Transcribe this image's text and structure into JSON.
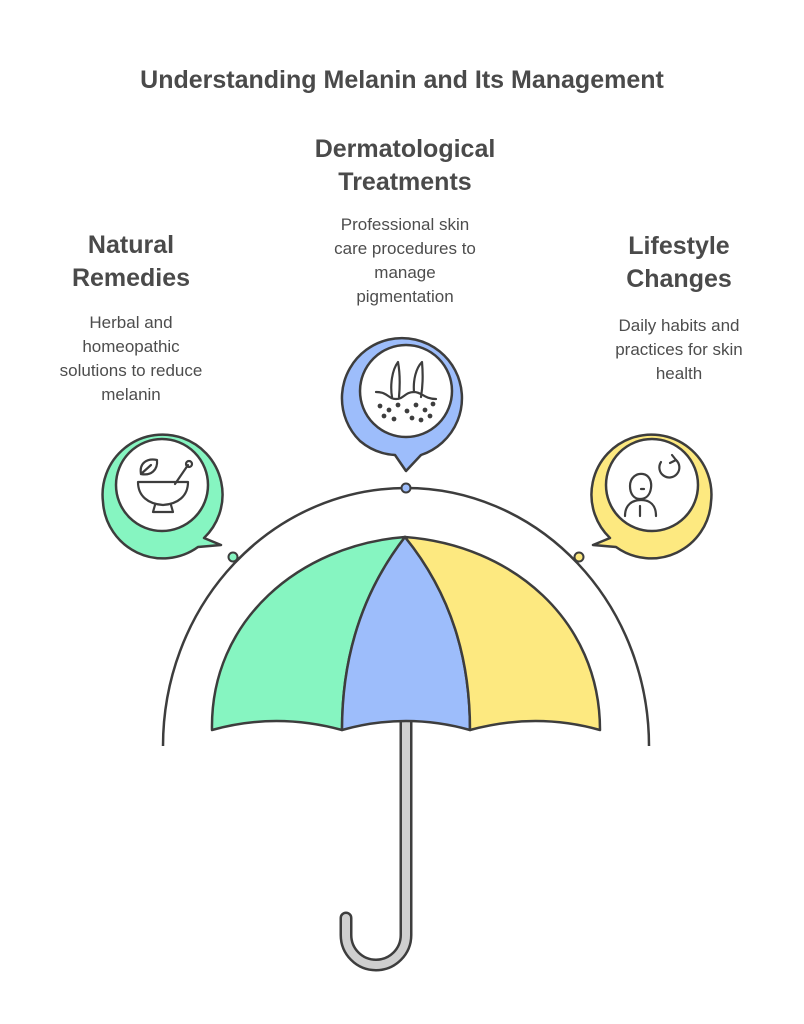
{
  "title": "Understanding Melanin and Its Management",
  "categories": [
    {
      "id": "natural",
      "title": "Natural\nRemedies",
      "description": "Herbal and\nhomeopathic\nsolutions to reduce\nmelanin",
      "color": "#86f5c1",
      "icon": "mortar-pestle-leaf-icon"
    },
    {
      "id": "derm",
      "title": "Dermatological\nTreatments",
      "description": "Professional skin\ncare procedures to\nmanage\npigmentation",
      "color": "#9dbdfb",
      "icon": "skin-follicle-icon"
    },
    {
      "id": "lifestyle",
      "title": "Lifestyle\nChanges",
      "description": "Daily habits and\npractices for skin\nhealth",
      "color": "#fde980",
      "icon": "person-refresh-icon"
    }
  ],
  "colors": {
    "stroke": "#3d3d3d",
    "handle": "#cfcfcf"
  }
}
